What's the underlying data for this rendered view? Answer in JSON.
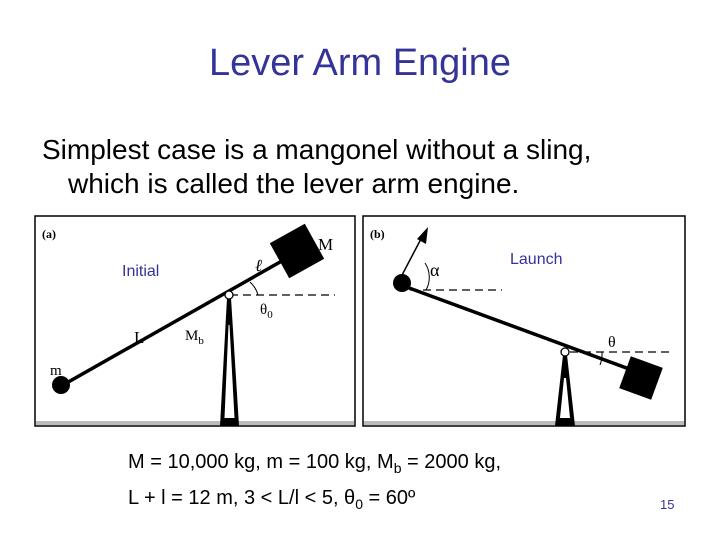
{
  "slide": {
    "title": "Lever Arm Engine",
    "bullet_line1": "Simplest case is a mangonel without a sling,",
    "bullet_line2": "which is called the lever arm engine.",
    "page_number": "15"
  },
  "figure": {
    "panel_a": {
      "label": "(a)",
      "caption": "Initial",
      "mass_counterweight": "M",
      "mass_projectile": "m",
      "short_arm": "ℓ",
      "long_arm": "L",
      "beam_mass": "M",
      "beam_mass_sub": "b",
      "angle": "θ",
      "angle_sub": "0"
    },
    "panel_b": {
      "label": "(b)",
      "caption": "Launch",
      "release_angle": "α",
      "angle": "θ"
    }
  },
  "params": {
    "line1_prefix": "M = 10,000 kg, m = 100 kg, M",
    "line1_sub": "b",
    "line1_suffix": " = 2000 kg,",
    "line2_prefix": "L + l = 12 m, 3 < L/l < 5, θ",
    "line2_sub": "0",
    "line2_suffix": " = 60º"
  },
  "colors": {
    "title": "#333399",
    "page_number": "#333399",
    "text": "#000000"
  }
}
